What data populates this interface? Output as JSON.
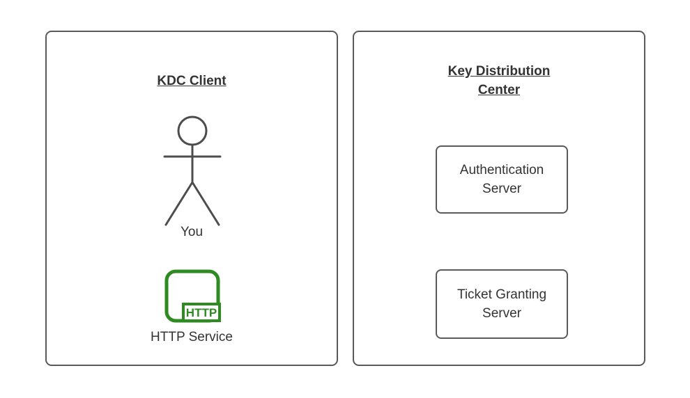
{
  "colors": {
    "panel_border": "#595959",
    "shape_stroke": "#4d4d4d",
    "text": "#333333",
    "accent_green": "#2e8b22",
    "background": "#ffffff"
  },
  "client_panel": {
    "title": "KDC Client",
    "actor": {
      "icon": "stick-figure-icon",
      "label": "You"
    },
    "service": {
      "icon": "http-app-icon",
      "badge": "HTTP",
      "label": "HTTP Service"
    }
  },
  "kdc_panel": {
    "title": "Key Distribution Center",
    "nodes": [
      {
        "label": "Authentication Server"
      },
      {
        "label": "Ticket Granting Server"
      }
    ]
  }
}
